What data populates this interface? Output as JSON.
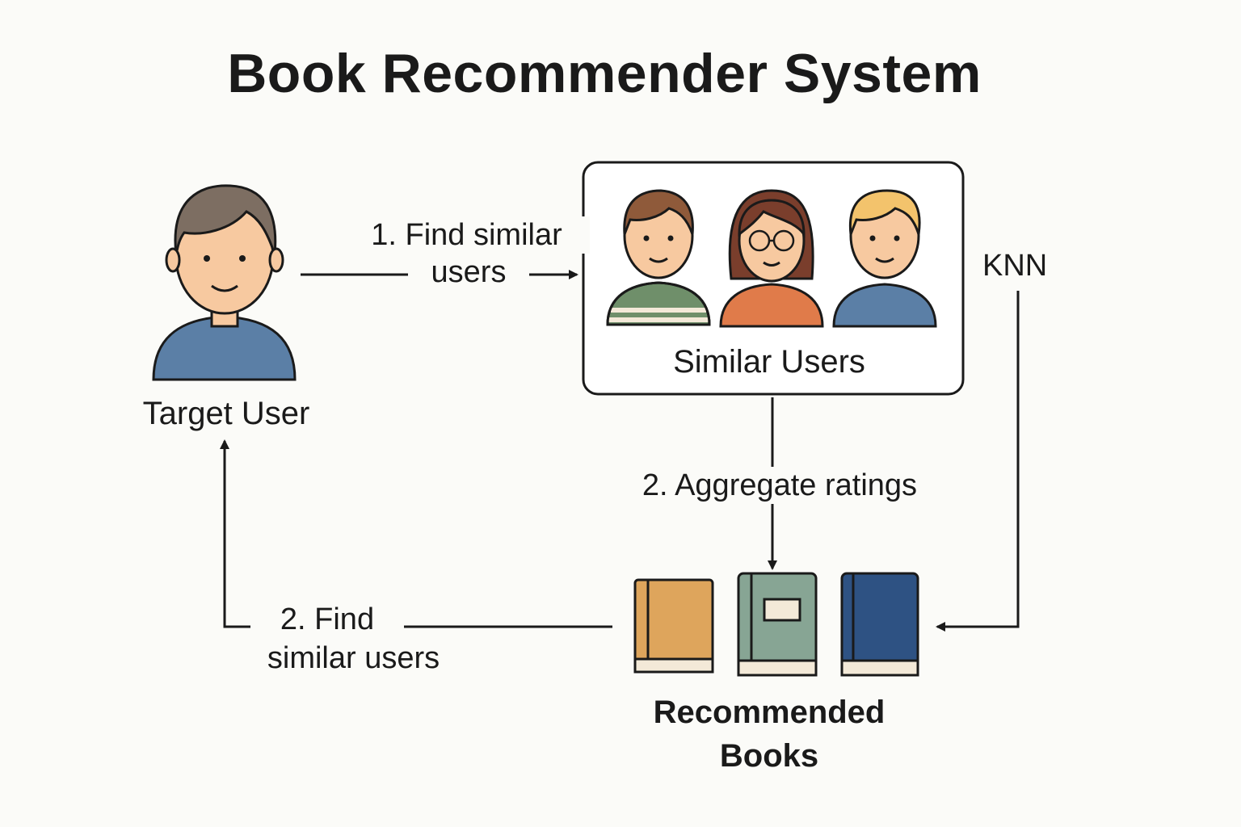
{
  "title": "Book Recommender System",
  "nodes": {
    "target_user": "Target User",
    "similar_users": "Similar Users",
    "recommended_books_line1": "Recommended",
    "recommended_books_line2": "Books"
  },
  "edges": {
    "find_similar_line1": "1. Find similar",
    "find_similar_line2": "users",
    "aggregate": "2. Aggregate ratings",
    "knn": "KNN",
    "back_line1": "2. Find",
    "back_line2": "similar users"
  },
  "colors": {
    "shirt_blue": "#5b7fa6",
    "hair_brown": "#7d6e62",
    "skin": "#f7c9a0",
    "stripe_green": "#6f8f6a",
    "shirt_orange": "#e07b4a",
    "hair_red_brown": "#7a3e2c",
    "hair_blond": "#f3c36c",
    "book_orange": "#dea55c",
    "book_green": "#87a594",
    "book_blue": "#2e5283",
    "line": "#1a1a1a"
  }
}
